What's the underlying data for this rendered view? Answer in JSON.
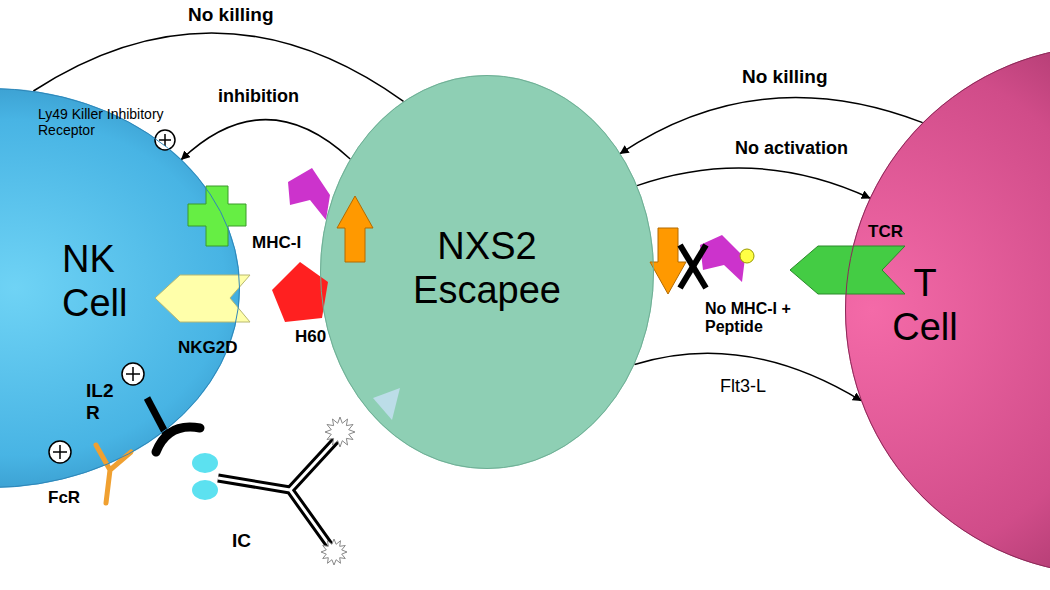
{
  "diagram": {
    "nodes": [
      {
        "text": [
          "NK Cell"
        ]
      },
      {
        "text": [
          "NXS2 Escapee"
        ]
      },
      {
        "text": [
          "T Cell"
        ]
      }
    ],
    "edges": [
      {
        "from": 1,
        "to": 0,
        "label": "No killing",
        "arrow": "none"
      },
      {
        "from": 1,
        "to": 0,
        "label": "inhibition",
        "arrow": "to"
      },
      {
        "from": 2,
        "to": 1,
        "label": "No killing",
        "arrow": "to"
      },
      {
        "from": 1,
        "to": 2,
        "label": "No activation",
        "arrow": "to"
      },
      {
        "from": 1,
        "to": 2,
        "label": "Flt3-L",
        "arrow": "to"
      }
    ],
    "labels": [
      "Ly49 Killer Inhibitory Receptor",
      "MHC-I",
      "H60",
      "NKG2D",
      "IL2 R",
      "FcR",
      "IC",
      "TCR",
      "No MHC-I + Peptide"
    ]
  }
}
